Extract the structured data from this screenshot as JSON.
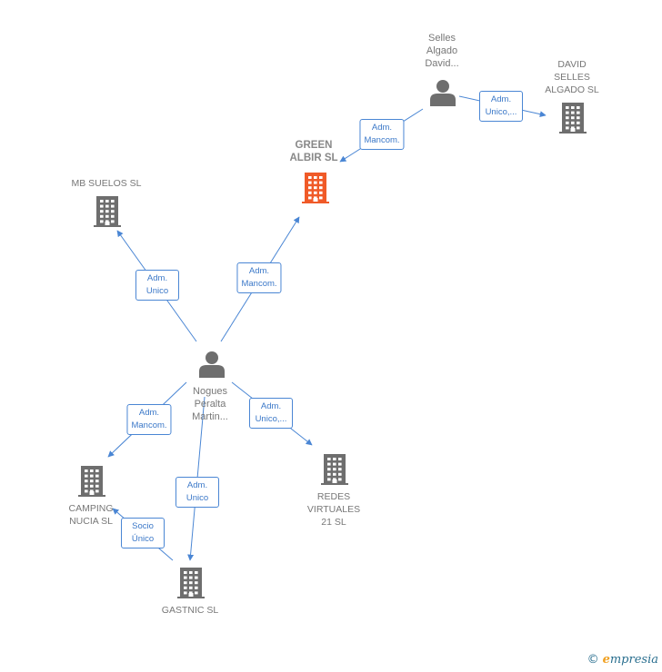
{
  "colors": {
    "edge": "#4a86d4",
    "icon": "#6e6e6e",
    "focus": "#f05a28"
  },
  "nodes": [
    {
      "id": "selles",
      "type": "person",
      "label": "Selles\nAlgado\nDavid...",
      "name": "node-selles-algado-david"
    },
    {
      "id": "david",
      "type": "company",
      "label": "DAVID\nSELLES\nALGADO SL",
      "name": "node-david-selles-algado-sl"
    },
    {
      "id": "green",
      "type": "company",
      "focus": true,
      "label": "GREEN\nALBIR SL",
      "name": "node-green-albir-sl"
    },
    {
      "id": "mb",
      "type": "company",
      "label": "MB SUELOS SL",
      "name": "node-mb-suelos-sl"
    },
    {
      "id": "nogues",
      "type": "person",
      "label": "Nogues\nPeralta\nMartin...",
      "name": "node-nogues-peralta-martin"
    },
    {
      "id": "camping",
      "type": "company",
      "label": "CAMPING\nNUCIA SL",
      "name": "node-camping-nucia-sl"
    },
    {
      "id": "gastnic",
      "type": "company",
      "label": "GASTNIC SL",
      "name": "node-gastnic-sl"
    },
    {
      "id": "redes",
      "type": "company",
      "label": "REDES\nVIRTUALES\n21 SL",
      "name": "node-redes-virtuales-21-sl"
    }
  ],
  "edges": [
    {
      "from": "selles",
      "to": "green",
      "label": "Adm.\nMancom."
    },
    {
      "from": "selles",
      "to": "david",
      "label": "Adm.\nUnico,..."
    },
    {
      "from": "nogues",
      "to": "mb",
      "label": "Adm.\nUnico"
    },
    {
      "from": "nogues",
      "to": "green",
      "label": "Adm.\nMancom."
    },
    {
      "from": "nogues",
      "to": "camping",
      "label": "Adm.\nMancom."
    },
    {
      "from": "nogues",
      "to": "gastnic",
      "label": "Adm.\nUnico"
    },
    {
      "from": "nogues",
      "to": "redes",
      "label": "Adm.\nUnico,..."
    },
    {
      "from": "gastnic",
      "to": "camping",
      "label": "Socio\nÚnico"
    }
  ],
  "footer": {
    "copyright": "©",
    "brand_e": "e",
    "brand_rest": "mpresia"
  }
}
